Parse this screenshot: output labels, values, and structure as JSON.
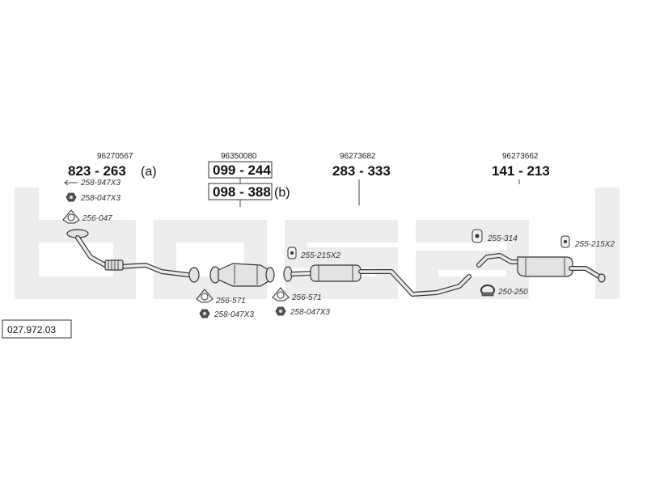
{
  "watermark": {
    "brand": "bosal",
    "color": "#ededed"
  },
  "catalog_ref": "027.972.03",
  "groups": [
    {
      "oem_number": "96270567",
      "part_number": "823 - 263",
      "suffix": "(a)",
      "fittings": [
        {
          "code": "258-947X3",
          "icon": "arrow-left-icon"
        },
        {
          "code": "258-047X3",
          "icon": "nut-icon"
        },
        {
          "code": "256-047",
          "icon": "gasket-icon"
        }
      ]
    },
    {
      "oem_number": "96350080",
      "part_numbers": [
        "099 - 244",
        "098 - 388"
      ],
      "suffix": "(b)",
      "fittings": [
        {
          "code": "256-571",
          "icon": "gasket-icon"
        },
        {
          "code": "258-047X3",
          "icon": "nut-icon"
        }
      ]
    },
    {
      "oem_number": "96273682",
      "part_number": "283 - 333",
      "fittings": [
        {
          "code": "255-215X2",
          "icon": "rubber-hanger-icon"
        },
        {
          "code": "256-571",
          "icon": "gasket-icon"
        },
        {
          "code": "258-047X3",
          "icon": "nut-icon"
        }
      ]
    },
    {
      "oem_number": "96273662",
      "part_number": "141 - 213",
      "fittings": [
        {
          "code": "255-314",
          "icon": "rubber-hanger-icon"
        },
        {
          "code": "255-215X2",
          "icon": "rubber-hanger-icon"
        },
        {
          "code": "250-250",
          "icon": "clamp-icon"
        }
      ]
    }
  ]
}
